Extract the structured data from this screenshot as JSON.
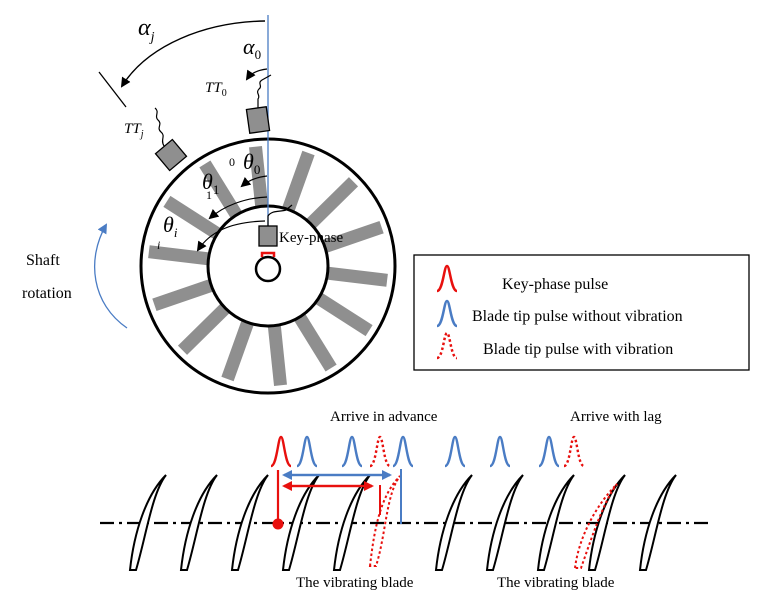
{
  "sensors": {
    "alpha_j": "α",
    "alpha_j_sub": "j",
    "alpha_0": "α",
    "alpha_0_sub": "0",
    "tt_0": "TT",
    "tt_0_sub": "0",
    "tt_j": "TT",
    "tt_j_sub": "j",
    "theta_0": "θ",
    "theta_0_sub": "0",
    "theta_1": "θ",
    "theta_1_sub": "1",
    "theta_i": "θ",
    "theta_i_sub": "i",
    "blade_index_0": "0",
    "blade_index_1": "1",
    "blade_index_i": "i",
    "key_phase": "Key-phase"
  },
  "rotation": {
    "line1": "Shaft",
    "line2": "rotation"
  },
  "legend": {
    "key_phase_pulse": "Key-phase pulse",
    "blade_no_vibration": "Blade tip pulse without vibration",
    "blade_with_vibration": "Blade tip pulse with vibration"
  },
  "cascade": {
    "arrive_advance": "Arrive in advance",
    "arrive_lag": "Arrive with lag",
    "vibrating_blade_1": "The vibrating blade",
    "vibrating_blade_2": "The vibrating blade"
  },
  "colors": {
    "red": "#e8100e",
    "blue": "#4a7cc4",
    "gray": "#8f8f8f"
  }
}
